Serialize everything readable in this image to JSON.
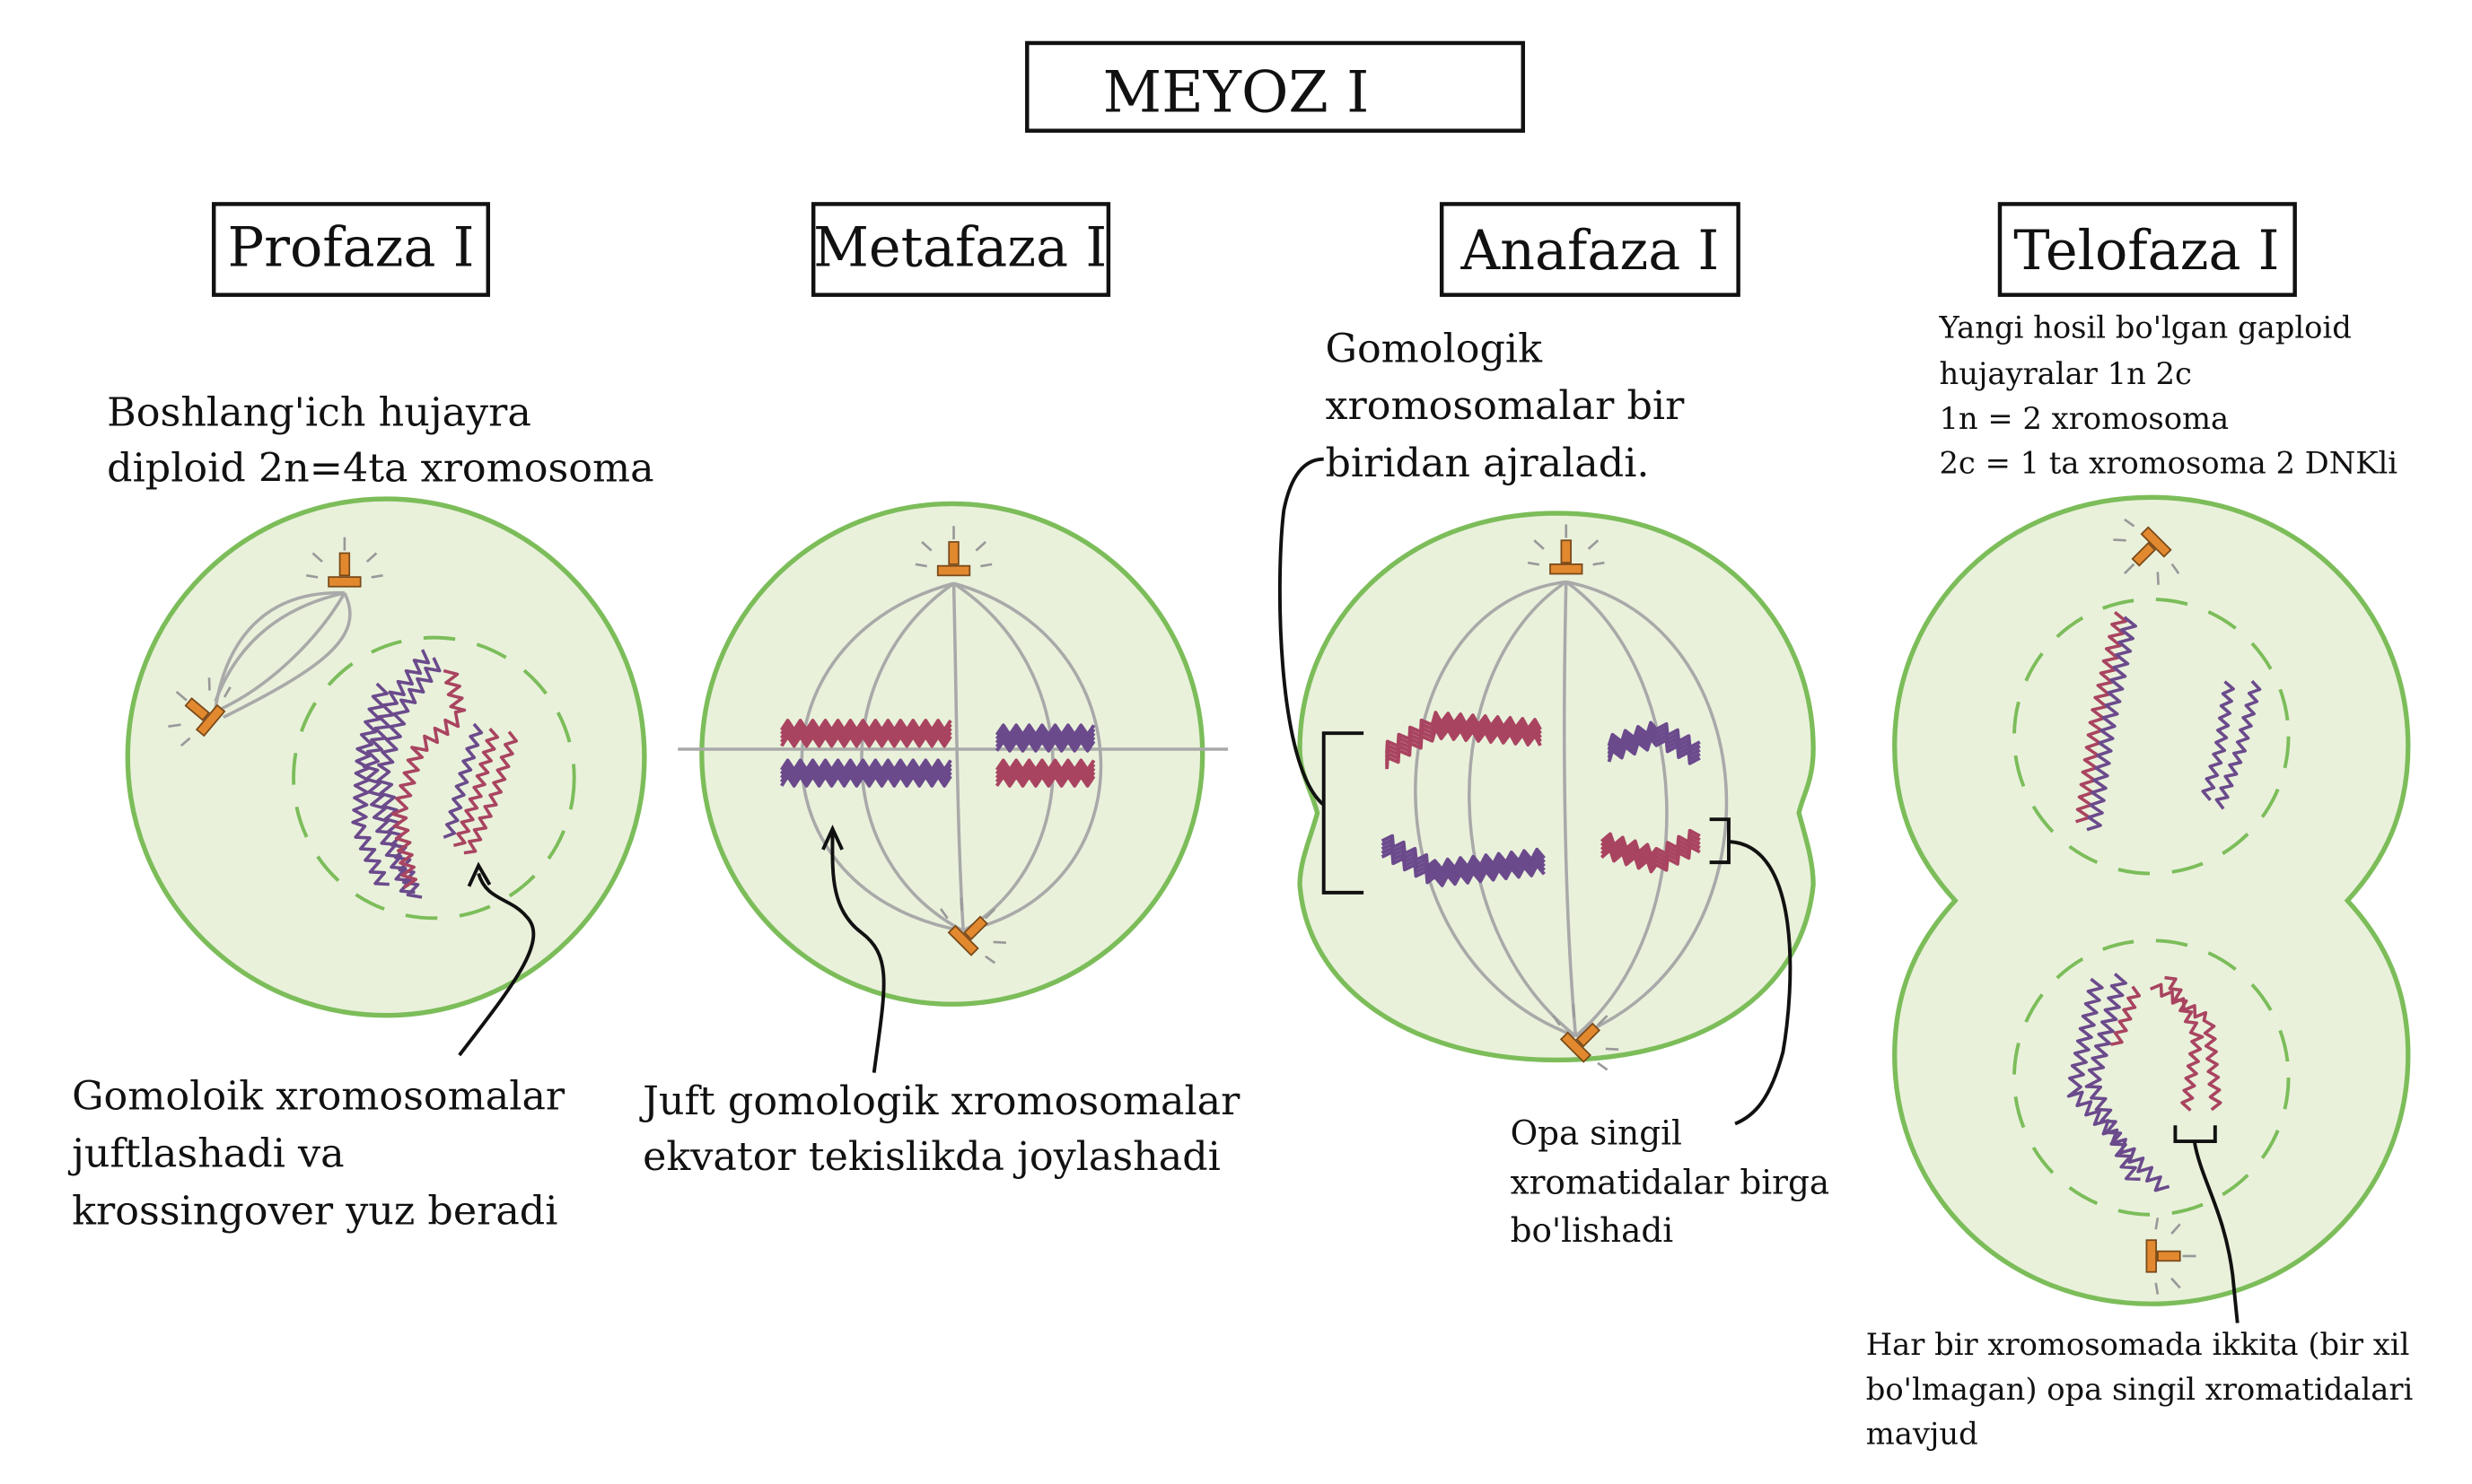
{
  "title": "MEYOZ I",
  "phases": [
    {
      "label": "Profaza I"
    },
    {
      "label": "Metafaza I"
    },
    {
      "label": "Anafaza I"
    },
    {
      "label": "Telofaza I"
    }
  ],
  "annotations": {
    "profaza_top": [
      "Boshlang'ich hujayra",
      "diploid 2n=4ta xromosoma"
    ],
    "profaza_bottom": [
      "Gomoloik xromosomalar",
      "juftlashadi va",
      "krossingover yuz beradi"
    ],
    "metafaza_bottom": [
      "Juft gomologik xromosomalar",
      "ekvator tekislikda joylashadi"
    ],
    "anafaza_top": [
      "Gomologik",
      "xromosomalar bir",
      "biridan ajraladi."
    ],
    "anafaza_bottom": [
      "Opa singil",
      "xromatidalar birga",
      "bo'lishadi"
    ],
    "telofaza_top": [
      "Yangi hosil bo'lgan gaploid",
      "hujayralar 1n 2c",
      "1n = 2 xromosoma",
      "2c = 1 ta xromosoma 2 DNKli"
    ],
    "telofaza_bottom": [
      "Har bir xromosomada ikkita (bir xil",
      "bo'lmagan) opa singil xromatidalari",
      "mavjud"
    ]
  },
  "colors": {
    "cell_fill": "#e9f1db",
    "cell_stroke": "#7cbd5a",
    "chromosome_purple": "#6b4a8c",
    "chromosome_red": "#a94460",
    "centrosome": "#e2892f",
    "spindle": "#a9a9a9"
  }
}
